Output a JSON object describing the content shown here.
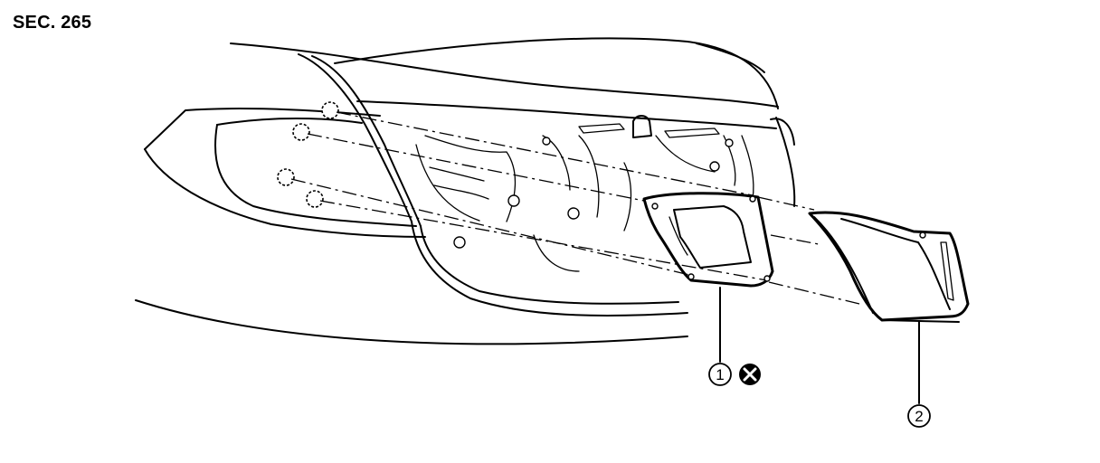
{
  "section_label": "SEC. 265",
  "callouts": [
    {
      "number": "1",
      "note_icon": "do-not-reuse-icon"
    },
    {
      "number": "2"
    }
  ]
}
